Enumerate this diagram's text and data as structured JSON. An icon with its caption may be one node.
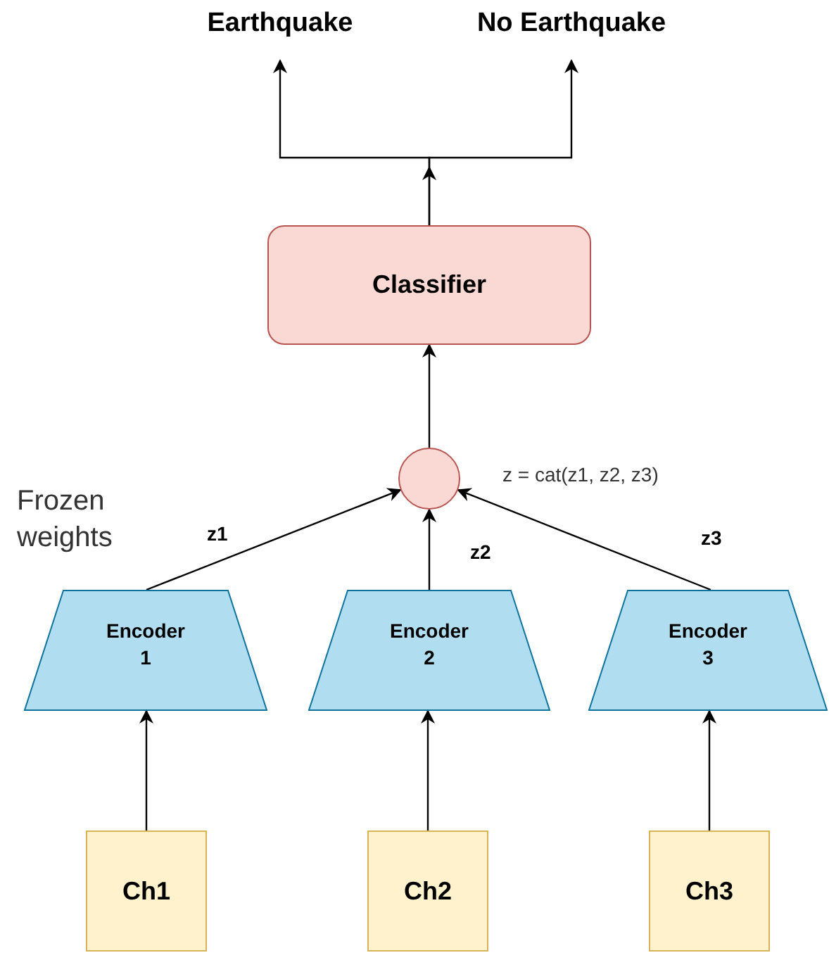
{
  "diagram": {
    "nodes": [
      {
        "text": [
          "Earthquake"
        ]
      },
      {
        "text": [
          "No Earthquake"
        ]
      },
      {
        "text": [
          "Classifier"
        ]
      },
      {
        "text": [],
        "shape": "circle",
        "beside": [
          "z = cat(z1, z2, z3)"
        ]
      },
      {
        "text": [
          "Encoder 1"
        ]
      },
      {
        "text": [
          "Encoder 2"
        ]
      },
      {
        "text": [
          "Encoder 3"
        ]
      },
      {
        "text": [
          "Ch1"
        ]
      },
      {
        "text": [
          "Ch2"
        ]
      },
      {
        "text": [
          "Ch3"
        ]
      }
    ],
    "edges": [
      {
        "from": 2,
        "to": 0,
        "arrow": "to"
      },
      {
        "from": 2,
        "to": 1,
        "arrow": "to"
      },
      {
        "from": 3,
        "to": 2,
        "arrow": "to"
      },
      {
        "from": 4,
        "to": 3,
        "arrow": "to",
        "label": "z1"
      },
      {
        "from": 5,
        "to": 3,
        "arrow": "to",
        "label": "z2"
      },
      {
        "from": 6,
        "to": 3,
        "arrow": "to",
        "label": "z3"
      },
      {
        "from": 7,
        "to": 4,
        "arrow": "to"
      },
      {
        "from": 8,
        "to": 5,
        "arrow": "to"
      },
      {
        "from": 9,
        "to": 6,
        "arrow": "to"
      }
    ],
    "labels": [
      "Frozen weights"
    ]
  }
}
